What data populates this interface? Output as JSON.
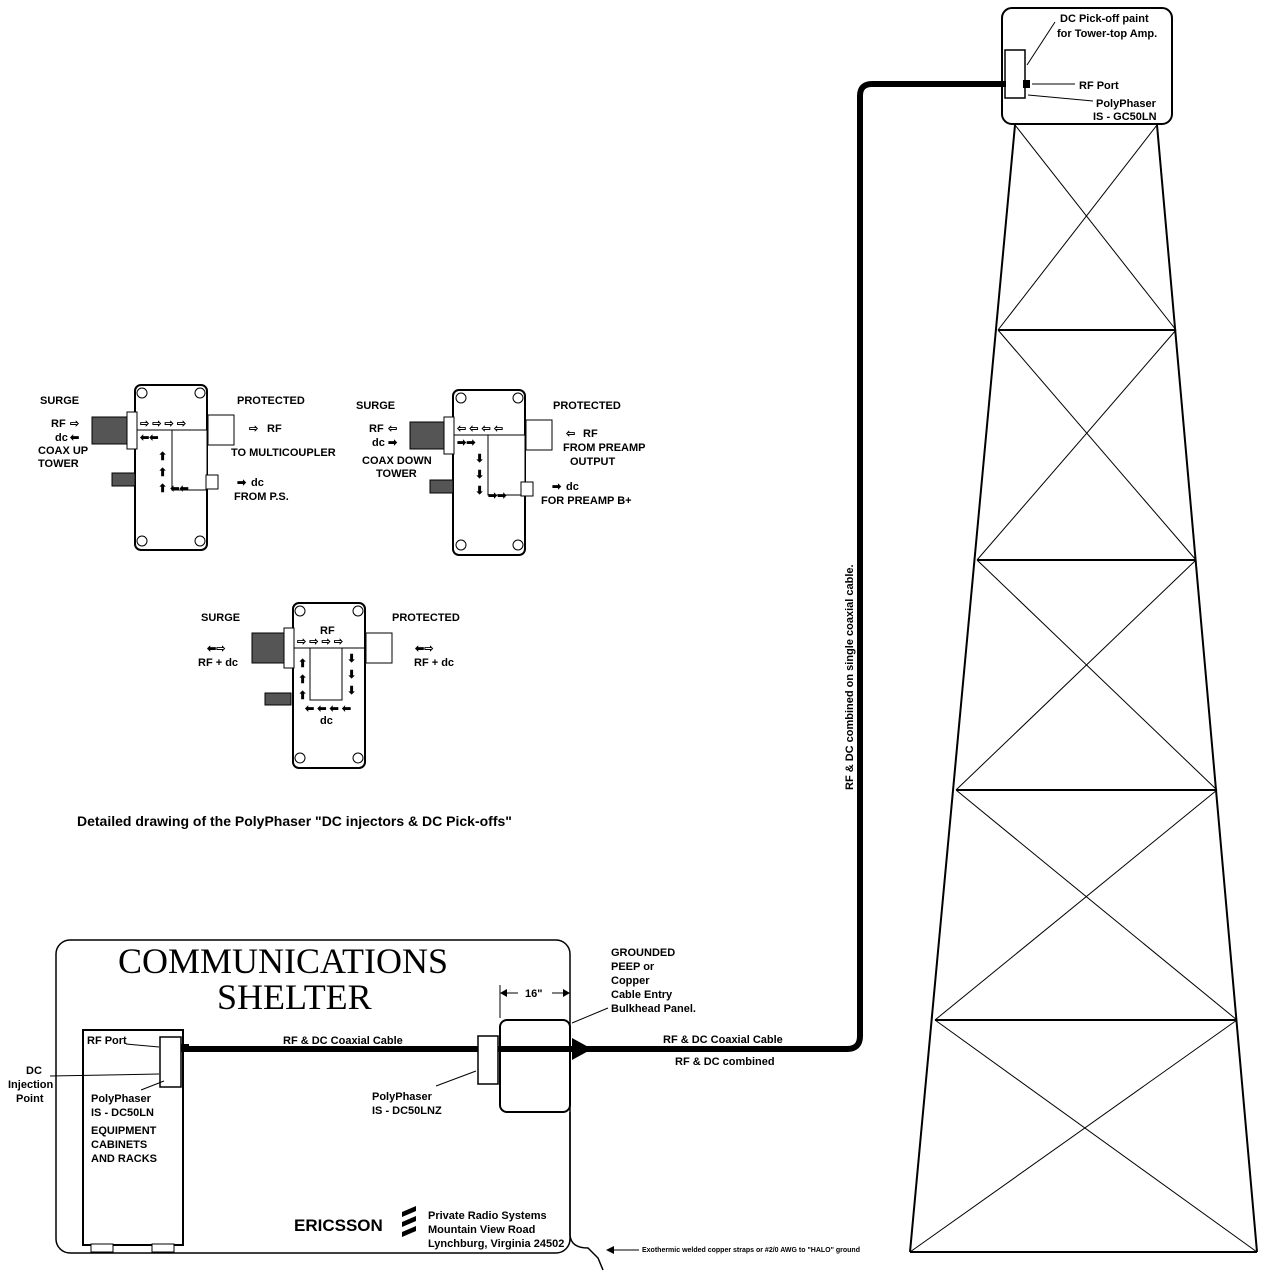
{
  "tower_top": {
    "dc_pickoff": "DC Pick-off paint",
    "dc_pickoff_2": "for Tower-top Amp.",
    "rf_port": "RF Port",
    "polyphaser": "PolyPhaser",
    "model": "IS - GC50LN"
  },
  "vertical_cable_label": "RF & DC combined on single coaxial cable.",
  "detail_injector": {
    "surge": "SURGE",
    "protected": "PROTECTED",
    "rf_left": "RF",
    "dc_left": "dc",
    "coax_up": "COAX UP",
    "tower": "TOWER",
    "rf_right": "RF",
    "to_multicoupler": "TO MULTICOUPLER",
    "dc_right": "dc",
    "from_ps": "FROM P.S."
  },
  "detail_pickoff": {
    "surge": "SURGE",
    "protected": "PROTECTED",
    "rf_left": "RF",
    "dc_left": "dc",
    "coax_down": "COAX DOWN",
    "tower": "TOWER",
    "rf_right": "RF",
    "from_preamp": "FROM PREAMP",
    "output": "OUTPUT",
    "dc_right": "dc",
    "for_preamp": "FOR PREAMP B+"
  },
  "detail_passthrough": {
    "surge": "SURGE",
    "protected": "PROTECTED",
    "rf_top": "RF",
    "rf_dc_left": "RF + dc",
    "rf_dc_right": "RF + dc",
    "dc_bottom": "dc"
  },
  "caption": "Detailed drawing of the PolyPhaser \"DC injectors & DC Pick-offs\"",
  "shelter": {
    "title1": "COMMUNICATIONS",
    "title2": "SHELTER",
    "rf_port": "RF Port",
    "dc": "DC",
    "injection": "Injection",
    "point": "Point",
    "polyphaser": "PolyPhaser",
    "model": "IS - DC50LN",
    "equip1": "EQUIPMENT",
    "equip2": "CABINETS",
    "equip3": "AND RACKS",
    "coax_label": "RF & DC Coaxial Cable",
    "pp2": "PolyPhaser",
    "pp2_model": "IS - DC50LNZ",
    "dim": "16\"",
    "ground1": "GROUNDED",
    "ground2": "PEEP or",
    "ground3": "Copper",
    "ground4": "Cable Entry",
    "ground5": "Bulkhead Panel.",
    "outside_coax": "RF & DC Coaxial Cable",
    "rf_dc_combined": "RF & DC combined",
    "brand": "ERICSSON",
    "addr1": "Private Radio Systems",
    "addr2": "Mountain View Road",
    "addr3": "Lynchburg, Virginia 24502",
    "ground_note": "Exothermic welded copper straps or #2/0 AWG to \"HALO\" ground"
  }
}
